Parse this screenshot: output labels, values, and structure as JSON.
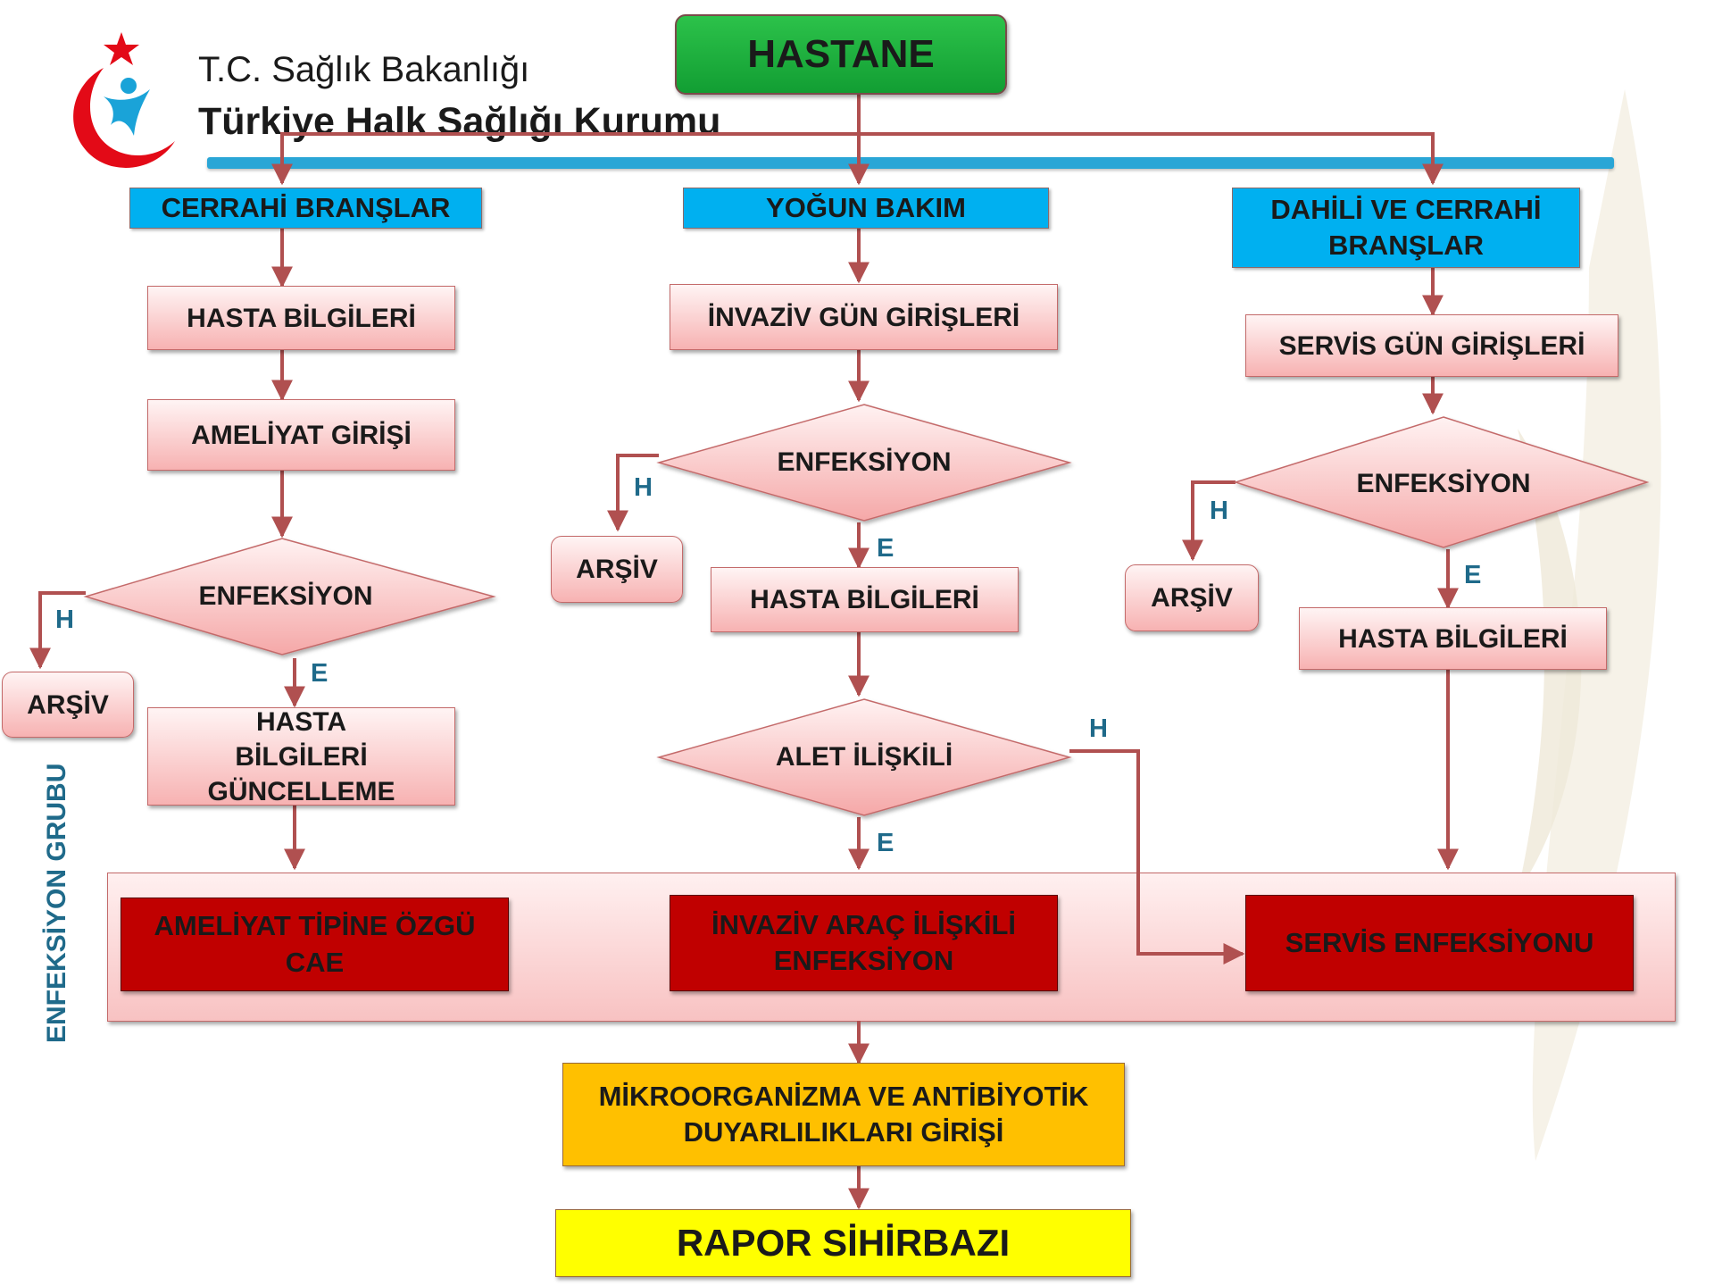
{
  "header": {
    "ministry": "T.C. Sağlık Bakanlığı",
    "institution": "Türkiye Halk Sağlığı Kurumu"
  },
  "colors": {
    "root": "#1fae3e",
    "branch": "#00b0f0",
    "step": "#f7b2b2",
    "infection_type": "#c00000",
    "micro": "#ffc000",
    "report": "#ffff00",
    "connector": "#b05050",
    "label": "#1f6a8a",
    "logo_red": "#e30a17",
    "logo_blue": "#1aa3d8"
  },
  "root": {
    "label": "HASTANE"
  },
  "columns": {
    "surgical": {
      "branch": "CERRAHİ BRANŞLAR",
      "step1": "HASTA BİLGİLERİ",
      "step2": "AMELİYAT GİRİŞİ",
      "decision": "ENFEKSİYON",
      "no_label": "H",
      "archive": "ARŞİV",
      "yes_label": "E",
      "update": "HASTA BİLGİLERİ GÜNCELLEME"
    },
    "icu": {
      "branch": "YOĞUN BAKIM",
      "step1": "İNVAZİV GÜN GİRİŞLERİ",
      "decision": "ENFEKSİYON",
      "no_label": "H",
      "archive": "ARŞİV",
      "yes_label": "E",
      "patient": "HASTA BİLGİLERİ",
      "device_decision": "ALET İLİŞKİLİ",
      "device_yes": "E",
      "device_no": "H"
    },
    "internal": {
      "branch": "DAHİLİ VE CERRAHİ BRANŞLAR",
      "step1": "SERVİS GÜN GİRİŞLERİ",
      "decision": "ENFEKSİYON",
      "no_label": "H",
      "archive": "ARŞİV",
      "yes_label": "E",
      "patient": "HASTA BİLGİLERİ"
    }
  },
  "infection_group": {
    "label": "ENFEKSİYON GRUBU",
    "items": [
      "AMELİYAT TİPİNE ÖZGÜ CAE",
      "İNVAZİV ARAÇ İLİŞKİLİ ENFEKSİYON",
      "SERVİS ENFEKSİYONU"
    ]
  },
  "micro": {
    "label": "MİKROORGANİZMA VE ANTİBİYOTİK DUYARLILIKLARI GİRİŞİ"
  },
  "report": {
    "label": "RAPOR SİHİRBAZI"
  }
}
